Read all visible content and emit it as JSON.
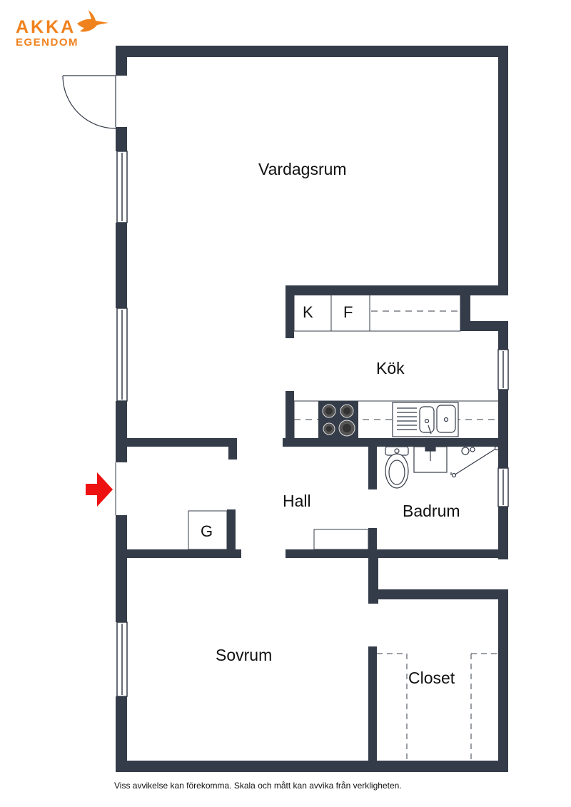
{
  "logo": {
    "line1": "AKKA",
    "line2": "EGENDOM",
    "color": "#f0821e"
  },
  "colors": {
    "wall": "#353c49",
    "entrance_arrow": "#ee1111"
  },
  "rooms": {
    "vardagsrum": "Vardagsrum",
    "kok": "Kök",
    "hall": "Hall",
    "badrum": "Badrum",
    "sovrum": "Sovrum",
    "closet": "Closet"
  },
  "fixtures": {
    "fridge": "K",
    "freezer": "F",
    "wardrobe": "G"
  },
  "disclaimer": "Viss avvikelse kan förekomma. Skala och mått kan avvika från verkligheten."
}
